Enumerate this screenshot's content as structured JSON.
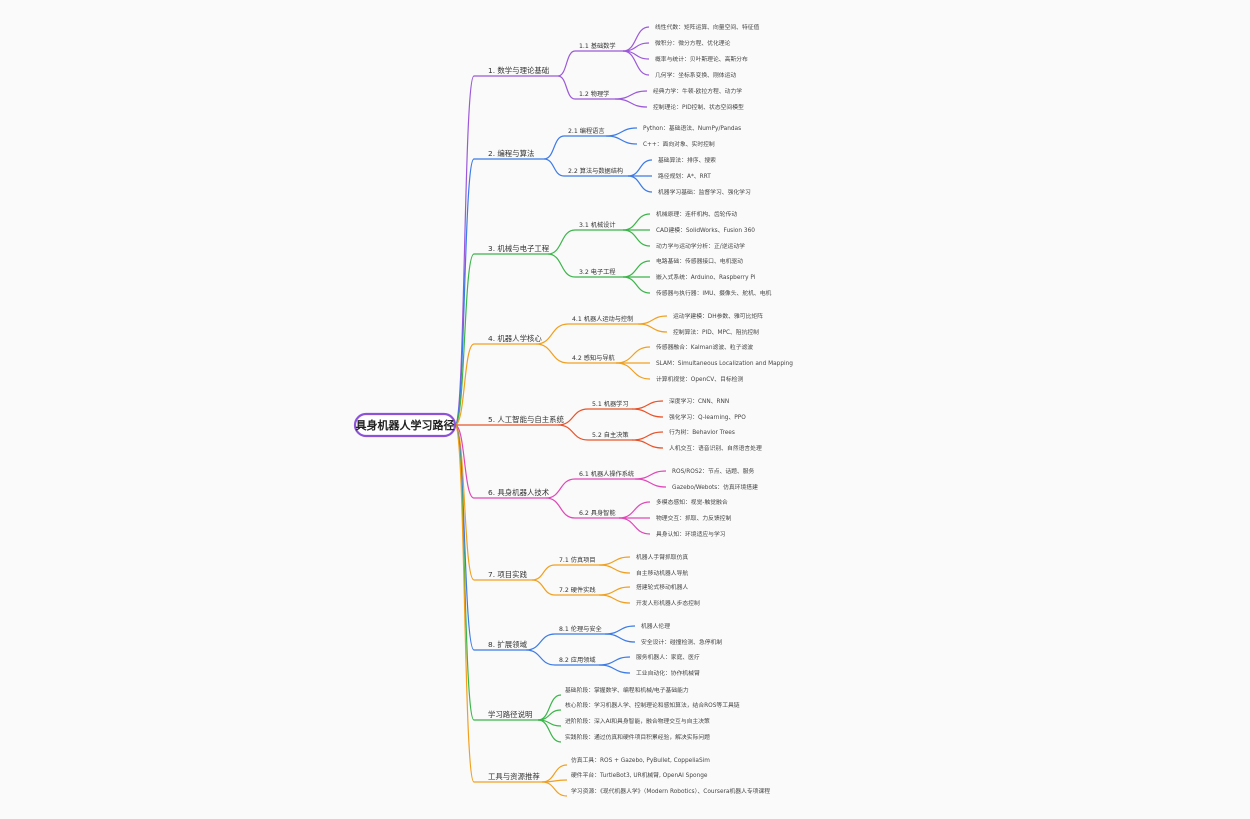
{
  "root": {
    "label": "具身机器人学习路径",
    "color": "#8c52d8"
  },
  "branches": [
    {
      "label": "1. 数学与理论基础",
      "color": "#9b59d8",
      "children": [
        {
          "label": "1.1 基础数学",
          "children": [
            "线性代数：矩阵运算、向量空间、特征值",
            "微积分：微分方程、优化理论",
            "概率与统计：贝叶斯理论、高斯分布",
            "几何学：坐标系变换、刚体运动"
          ]
        },
        {
          "label": "1.2 物理学",
          "children": [
            "经典力学：牛顿-欧拉方程、动力学",
            "控制理论：PID控制、状态空间模型"
          ]
        }
      ]
    },
    {
      "label": "2. 编程与算法",
      "color": "#3d7be6",
      "children": [
        {
          "label": "2.1 编程语言",
          "children": [
            "Python：基础语法、NumPy/Pandas",
            "C++：面向对象、实时控制"
          ]
        },
        {
          "label": "2.2 算法与数据结构",
          "children": [
            "基础算法：排序、搜索",
            "路径规划：A*、RRT",
            "机器学习基础：监督学习、强化学习"
          ]
        }
      ]
    },
    {
      "label": "3. 机械与电子工程",
      "color": "#3cb54a",
      "children": [
        {
          "label": "3.1 机械设计",
          "children": [
            "机械原理：连杆机构、齿轮传动",
            "CAD建模：SolidWorks、Fusion 360",
            "动力学与运动学分析：正/逆运动学"
          ]
        },
        {
          "label": "3.2 电子工程",
          "children": [
            "电路基础：传感器接口、电机驱动",
            "嵌入式系统：Arduino、Raspberry Pi",
            "传感器与执行器：IMU、摄像头、舵机、电机"
          ]
        }
      ]
    },
    {
      "label": "4. 机器人学核心",
      "color": "#f0a020",
      "children": [
        {
          "label": "4.1 机器人运动与控制",
          "children": [
            "运动学建模：DH参数、雅可比矩阵",
            "控制算法：PID、MPC、阻抗控制"
          ]
        },
        {
          "label": "4.2 感知与导航",
          "children": [
            "传感器融合：Kalman滤波、粒子滤波",
            "SLAM：Simultaneous Localization and Mapping",
            "计算机视觉：OpenCV、目标检测"
          ]
        }
      ]
    },
    {
      "label": "5. 人工智能与自主系统",
      "color": "#e8532a",
      "children": [
        {
          "label": "5.1 机器学习",
          "children": [
            "深度学习：CNN、RNN",
            "强化学习：Q-learning、PPO"
          ]
        },
        {
          "label": "5.2 自主决策",
          "children": [
            "行为树：Behavior Trees",
            "人机交互：语音识别、自然语言处理"
          ]
        }
      ]
    },
    {
      "label": "6. 具身机器人技术",
      "color": "#e048b8",
      "children": [
        {
          "label": "6.1 机器人操作系统",
          "children": [
            "ROS/ROS2：节点、话题、服务",
            "Gazebo/Webots：仿真环境搭建"
          ]
        },
        {
          "label": "6.2 具身智能",
          "children": [
            "多模态感知：视觉-触觉融合",
            "物理交互：抓取、力反馈控制",
            "具身认知：环境适应与学习"
          ]
        }
      ]
    },
    {
      "label": "7. 项目实践",
      "color": "#f0a020",
      "children": [
        {
          "label": "7.1 仿真项目",
          "children": [
            "机器人手臂抓取仿真",
            "自主移动机器人导航"
          ]
        },
        {
          "label": "7.2 硬件实践",
          "children": [
            "搭建轮式移动机器人",
            "开发人形机器人步态控制"
          ]
        }
      ]
    },
    {
      "label": "8. 扩展领域",
      "color": "#3d7be6",
      "children": [
        {
          "label": "8.1 伦理与安全",
          "children": [
            "机器人伦理",
            "安全设计：碰撞检测、急停机制"
          ]
        },
        {
          "label": "8.2 应用领域",
          "children": [
            "服务机器人：家庭、医疗",
            "工业自动化：协作机械臂"
          ]
        }
      ]
    },
    {
      "label": "学习路径说明",
      "color": "#3cb54a",
      "children": [
        {
          "label": "基础阶段：掌握数学、编程和机械/电子基础能力",
          "children": []
        },
        {
          "label": "核心阶段：学习机器人学、控制理论和感知算法，结合ROS等工具链",
          "children": []
        },
        {
          "label": "进阶阶段：深入AI和具身智能，融合物理交互与自主决策",
          "children": []
        },
        {
          "label": "实践阶段：通过仿真和硬件项目积累经验，解决实际问题",
          "children": []
        }
      ]
    },
    {
      "label": "工具与资源推荐",
      "color": "#f0a020",
      "children": [
        {
          "label": "仿真工具：ROS + Gazebo, PyBullet, CoppeliaSim",
          "children": []
        },
        {
          "label": "硬件平台：TurtleBot3, UR机械臂, OpenAI Sponge",
          "children": []
        },
        {
          "label": "学习资源：《现代机器人学》（Modern Robotics）、Coursera机器人专项课程",
          "children": []
        }
      ]
    }
  ]
}
